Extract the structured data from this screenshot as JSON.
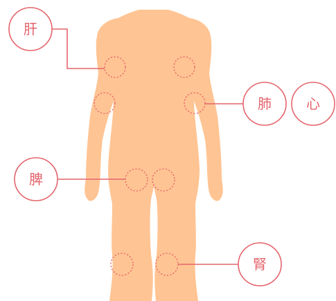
{
  "colors": {
    "body": "#FFC493",
    "accent": "#E4656C",
    "background": "#FFFFFF"
  },
  "labels": {
    "liver": "肝",
    "lung": "肺",
    "heart": "心",
    "spleen": "脾",
    "kidney": "腎"
  }
}
